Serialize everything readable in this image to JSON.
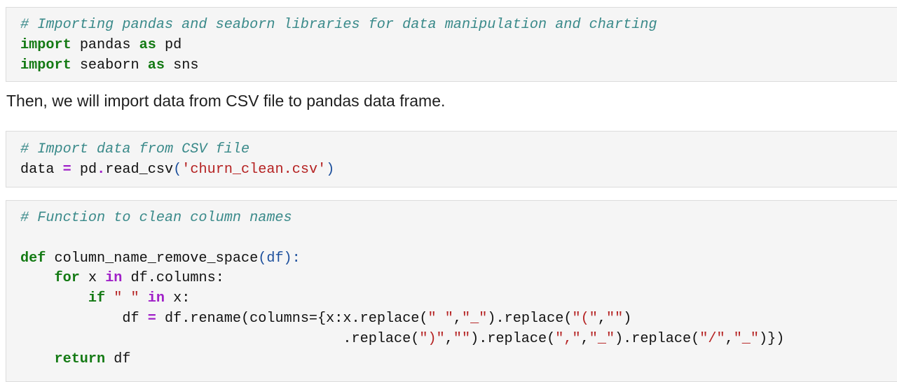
{
  "cell1": {
    "comment": "# Importing pandas and seaborn libraries for data manipulation and charting",
    "line2": {
      "kw": "import",
      "mod": "pandas",
      "as": "as",
      "alias": "pd"
    },
    "line3": {
      "kw": "import",
      "mod": "seaborn",
      "as": "as",
      "alias": "sns"
    }
  },
  "paragraph": "Then, we will import data from CSV file to pandas data frame.",
  "cell2": {
    "comment": "# Import data from CSV file",
    "var": "data",
    "eq": "=",
    "obj": "pd",
    "dot": ".",
    "func": "read_csv",
    "lp": "(",
    "arg": "'churn_clean.csv'",
    "rp": ")"
  },
  "cell3": {
    "comment": "# Function to clean column names",
    "def_kw": "def",
    "func_name": "column_name_remove_space",
    "param": "(df):",
    "for_kw": "for",
    "for_var": "x",
    "in_kw": "in",
    "for_iter": "df.columns:",
    "if_kw": "if",
    "if_str": "\" \"",
    "if_in": "in",
    "if_var": "x:",
    "assign_var": "df",
    "assign_eq": "=",
    "rename_expr": "df.rename(columns={x:x.replace(",
    "s1": "\" \"",
    "c1": ",",
    "s2": "\"_\"",
    "r1": ").replace(",
    "s3": "\"(\"",
    "c2": ",",
    "s4": "\"\"",
    "r2": ")",
    "cont_dot": ".replace(",
    "s5": "\")\"",
    "c3": ",",
    "s6": "\"\"",
    "r3": ").replace(",
    "s7": "\",\"",
    "c4": ",",
    "s8": "\"_\"",
    "r4": ").replace(",
    "s9": "\"/\"",
    "c5": ",",
    "s10": "\"_\"",
    "r5": ")})",
    "return_kw": "return",
    "return_val": "df"
  }
}
